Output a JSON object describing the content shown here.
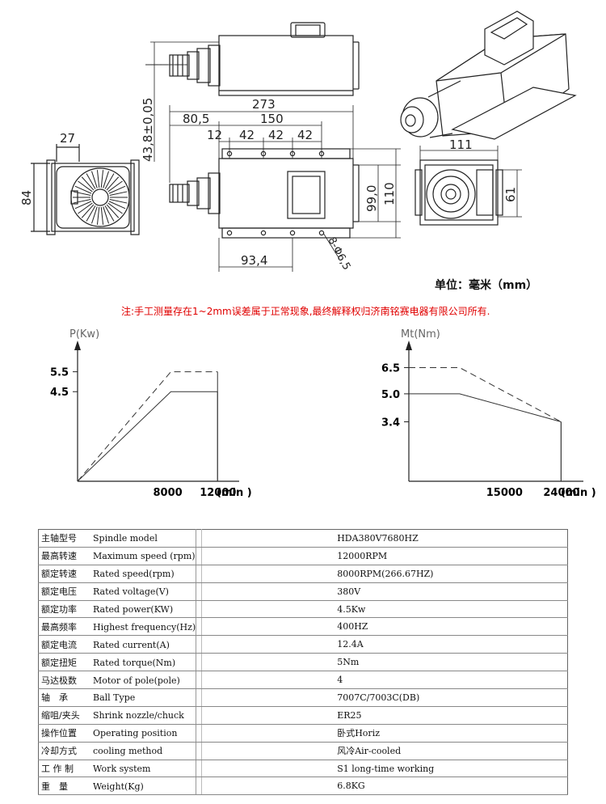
{
  "drawing": {
    "dims": {
      "d_273": "273",
      "d_80_5": "80,5",
      "d_150": "150",
      "d_12": "12",
      "d_42a": "42",
      "d_42b": "42",
      "d_42c": "42",
      "d_43_8": "43,8±0,05",
      "d_27": "27",
      "d_84": "84",
      "d_99": "99,0",
      "d_110": "110",
      "d_93_4": "93,4",
      "d_hole": "8-Φ6,5",
      "d_111": "111",
      "d_61": "61"
    }
  },
  "unit_label": "单位：毫米（mm）",
  "note": "注:手工测量存在1~2mm误差属于正常现象,最终解释权归济南铭赛电器有限公司所有.",
  "chart_data": [
    {
      "type": "line",
      "ylabel": "P(Kw)",
      "xlabel": "(min )",
      "x_ticks": [
        8000,
        12000
      ],
      "y_ticks": [
        4.5,
        5.5
      ],
      "x_tick_labels": [
        "8000",
        "12000"
      ],
      "y_tick_labels": [
        "4.5",
        "5.5"
      ],
      "series": [
        {
          "style": "solid",
          "points": [
            [
              0,
              0
            ],
            [
              8000,
              4.5
            ],
            [
              12000,
              4.5
            ]
          ]
        },
        {
          "style": "dashed",
          "points": [
            [
              0,
              0
            ],
            [
              8000,
              5.5
            ],
            [
              12000,
              5.5
            ]
          ]
        }
      ],
      "xlim": [
        0,
        13300
      ],
      "ylim": [
        0,
        6.5
      ]
    },
    {
      "type": "line",
      "ylabel": "Mt(Nm)",
      "xlabel": "(min )",
      "x_ticks": [
        15000,
        24000
      ],
      "y_ticks": [
        3.4,
        5.0,
        6.5
      ],
      "x_tick_labels": [
        "15000",
        "24000"
      ],
      "y_tick_labels": [
        "3.4",
        "5.0",
        "6.5"
      ],
      "series": [
        {
          "style": "solid",
          "points": [
            [
              0,
              5.0
            ],
            [
              8000,
              5.0
            ],
            [
              24000,
              3.4
            ]
          ]
        },
        {
          "style": "dashed",
          "points": [
            [
              0,
              6.5
            ],
            [
              8000,
              6.5
            ],
            [
              24000,
              3.4
            ]
          ]
        }
      ],
      "xlim": [
        0,
        26500
      ],
      "ylim": [
        0,
        7.4
      ]
    }
  ],
  "specs": [
    {
      "cn": "主轴型号",
      "en": "Spindle model",
      "value": "HDA380V7680HZ"
    },
    {
      "cn": "最高转速",
      "en": "Maximum speed (rpm)",
      "value": "12000RPM"
    },
    {
      "cn": "额定转速",
      "en": "Rated speed(rpm)",
      "value": "8000RPM(266.67HZ)"
    },
    {
      "cn": "额定电压",
      "en": "Rated voltage(V)",
      "value": "380V"
    },
    {
      "cn": "额定功率",
      "en": "Rated power(KW)",
      "value": "4.5Kw"
    },
    {
      "cn": "最高频率",
      "en": "Highest frequency(Hz)",
      "value": "400HZ"
    },
    {
      "cn": "额定电流",
      "en": "Rated current(A)",
      "value": "12.4A"
    },
    {
      "cn": "额定扭矩",
      "en": "Rated torque(Nm)",
      "value": "5Nm"
    },
    {
      "cn": "马达极数",
      "en": "Motor of pole(pole)",
      "value": "4"
    },
    {
      "cn": "轴　承",
      "en": "Ball Type",
      "value": "7007C/7003C(DB)"
    },
    {
      "cn": "缩咀/夹头",
      "en": "Shrink nozzle/chuck",
      "value": "ER25"
    },
    {
      "cn": "操作位置",
      "en": "Operating position",
      "value": "卧式Horiz"
    },
    {
      "cn": "冷却方式",
      "en": "cooling method",
      "value": "风冷Air-cooled"
    },
    {
      "cn": "工 作 制",
      "en": "Work system",
      "value": "S1 long-time working"
    },
    {
      "cn": "重　量",
      "en": "Weight(Kg)",
      "value": "6.8KG"
    }
  ]
}
